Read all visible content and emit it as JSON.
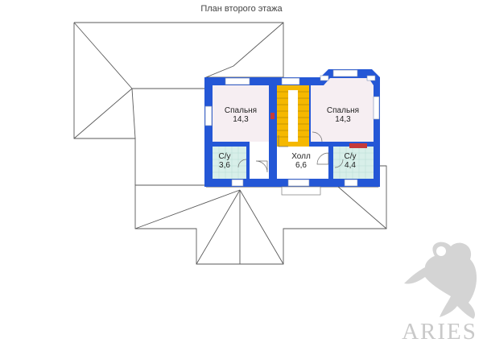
{
  "title": "План второго этажа",
  "rooms": [
    {
      "name": "Спальня",
      "area": "14,3"
    },
    {
      "name": "Спальня",
      "area": "14,3"
    },
    {
      "name": "С/у",
      "area": "3,6"
    },
    {
      "name": "Холл",
      "area": "6,6"
    },
    {
      "name": "С/у",
      "area": "4,4"
    }
  ],
  "brand": "ARIES",
  "colors": {
    "wall": "#2457d6",
    "bedroom_floor": "#f6eef2",
    "bath_floor": "#d8efe9",
    "stair": "#f5b800",
    "roof_line": "#555555"
  }
}
